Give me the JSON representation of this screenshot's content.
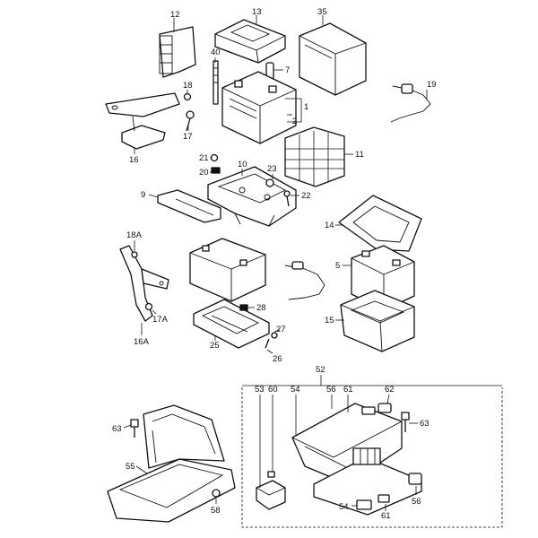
{
  "callouts": [
    {
      "id": "c12",
      "text": "12"
    },
    {
      "id": "c13",
      "text": "13"
    },
    {
      "id": "c35",
      "text": "35"
    },
    {
      "id": "c40",
      "text": "40"
    },
    {
      "id": "c7",
      "text": "7"
    },
    {
      "id": "c18",
      "text": "18"
    },
    {
      "id": "c1",
      "text": "1"
    },
    {
      "id": "c2",
      "text": "2"
    },
    {
      "id": "c19",
      "text": "19"
    },
    {
      "id": "c17",
      "text": "17"
    },
    {
      "id": "c16",
      "text": "16"
    },
    {
      "id": "c11",
      "text": "11"
    },
    {
      "id": "c21",
      "text": "21"
    },
    {
      "id": "c10",
      "text": "10"
    },
    {
      "id": "c20",
      "text": "20"
    },
    {
      "id": "c23",
      "text": "23"
    },
    {
      "id": "c9",
      "text": "9"
    },
    {
      "id": "c22",
      "text": "22"
    },
    {
      "id": "c14",
      "text": "14"
    },
    {
      "id": "c18a",
      "text": "18A"
    },
    {
      "id": "c5",
      "text": "5"
    },
    {
      "id": "c28",
      "text": "28"
    },
    {
      "id": "c17a",
      "text": "17A"
    },
    {
      "id": "c15",
      "text": "15"
    },
    {
      "id": "c27",
      "text": "27"
    },
    {
      "id": "c16a",
      "text": "16A"
    },
    {
      "id": "c25",
      "text": "25"
    },
    {
      "id": "c26",
      "text": "26"
    },
    {
      "id": "c52",
      "text": "52"
    },
    {
      "id": "c53",
      "text": "53"
    },
    {
      "id": "c60",
      "text": "60"
    },
    {
      "id": "c54",
      "text": "54"
    },
    {
      "id": "c56",
      "text": "56"
    },
    {
      "id": "c61",
      "text": "61"
    },
    {
      "id": "c62",
      "text": "62"
    },
    {
      "id": "c63a",
      "text": "63"
    },
    {
      "id": "c63b",
      "text": "63"
    },
    {
      "id": "c55",
      "text": "55"
    },
    {
      "id": "c58",
      "text": "58"
    },
    {
      "id": "c56b",
      "text": "56"
    },
    {
      "id": "c54b",
      "text": "54"
    },
    {
      "id": "c61b",
      "text": "61"
    }
  ]
}
